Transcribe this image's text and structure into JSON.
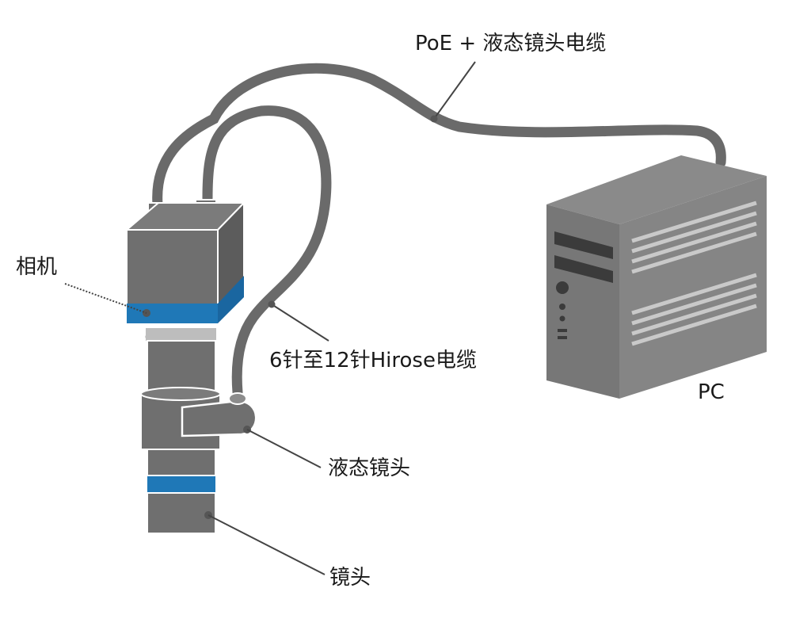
{
  "labels": {
    "poe_cable": "PoE + 液态镜头电缆",
    "camera": "相机",
    "hirose_cable": "6针至12针Hirose电缆",
    "pc": "PC",
    "liquid_lens": "液态镜头",
    "lens": "镜头"
  },
  "colors": {
    "gray": "#6f6f6f",
    "dark_gray": "#4a4a4a",
    "light_gray": "#c8c8c8",
    "blue": "#1f78b7",
    "leader": "#444444"
  }
}
